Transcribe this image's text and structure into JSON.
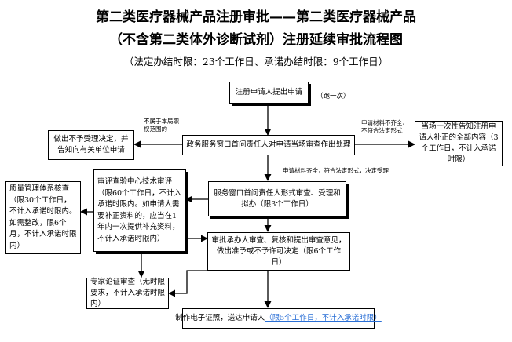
{
  "title": {
    "line1": "第二类医疗器械产品注册审批——第二类医疗器械产品",
    "line2": "（不含第二类体外诊断试剂）注册延续审批流程图",
    "subtitle": "（法定办结时限：23个工作日、承诺办结时限：9个工作日）"
  },
  "nodes": {
    "apply": "注册申请人提出申请",
    "run_once": "（跑一次）",
    "window_check": "政务服务窗口首问责任人对申请当场审查作出处理",
    "not_accepted": "做出不予受理决定，并告知向有关单位申请",
    "supplement": "当场一次性告知注册申请人补正的全部内容（3个工作日，不计入承诺时限）",
    "form_review": "服务窗口首问责任人形式审查、受理和拟办（限3个工作日）",
    "tech_review": "审评查验中心技术审评（限60个工作日，不计入承诺时限内。如申请人需要补正资料的，应当在1年内一次提供补充资料，不计入承诺时限内）",
    "quality_check": "质量管理体系核查（限30个工作日，不计入承诺时限内。如需整改，限6个月，不计入承诺时限内）",
    "approval": "审批承办人审查、复核和提出审查意见，做出准予或不予许可决定（限6个工作日）",
    "expert_review": "专家论证审查（无时限要求，不计入承诺时限内）",
    "certificate_prefix": "制作电子证照，送达申请人",
    "certificate_link": "（限5个工作日，不计入承诺时限）"
  },
  "notes": {
    "out_of_scope": "不属于本局职权范围的",
    "incomplete": "申请材料不齐全、不符合法定形式",
    "complete": "申请材料齐全，符合法定形式，决定受理"
  }
}
